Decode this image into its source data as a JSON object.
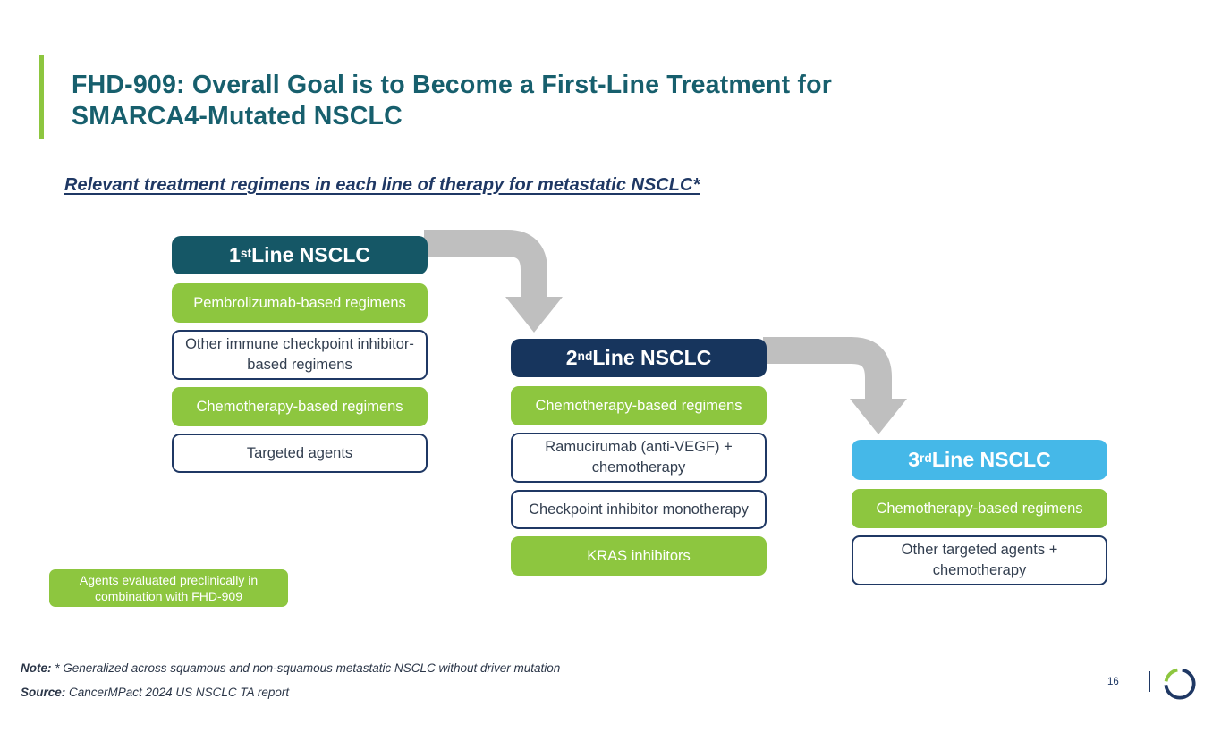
{
  "slide": {
    "title_line1": "FHD-909: Overall Goal is to Become a First-Line Treatment for",
    "title_line2": "SMARCA4-Mutated NSCLC",
    "subtitle": "Relevant treatment regimens in each line of therapy for metastatic NSCLC*",
    "page_number": "16"
  },
  "flow": {
    "columns": [
      {
        "header": {
          "num": "1",
          "ordinal": "st",
          "text": " Line NSCLC"
        },
        "items": [
          {
            "label": "Pembrolizumab-based regimens",
            "style": "green"
          },
          {
            "label": "Other immune checkpoint inhibitor-based regimens",
            "style": "outline"
          },
          {
            "label": "Chemotherapy-based regimens",
            "style": "green"
          },
          {
            "label": "Targeted agents",
            "style": "outline"
          }
        ]
      },
      {
        "header": {
          "num": "2",
          "ordinal": "nd",
          "text": " Line NSCLC"
        },
        "items": [
          {
            "label": "Chemotherapy-based regimens",
            "style": "green"
          },
          {
            "label": "Ramucirumab (anti-VEGF) + chemotherapy",
            "style": "outline"
          },
          {
            "label": "Checkpoint inhibitor monotherapy",
            "style": "outline"
          },
          {
            "label": "KRAS inhibitors",
            "style": "green"
          }
        ]
      },
      {
        "header": {
          "num": "3",
          "ordinal": "rd",
          "text": " Line NSCLC"
        },
        "items": [
          {
            "label": "Chemotherapy-based regimens",
            "style": "green"
          },
          {
            "label": "Other targeted agents + chemotherapy",
            "style": "outline"
          }
        ]
      }
    ],
    "legend": "Agents evaluated preclinically in combination with FHD-909"
  },
  "footer": {
    "note_label": "Note:",
    "note_text": " * Generalized across squamous and non-squamous metastatic NSCLC without driver mutation",
    "source_label": "Source:",
    "source_text": " CancerMPact 2024 US NSCLC TA report"
  },
  "colors": {
    "title_teal": "#175F6D",
    "navy": "#1F3864",
    "green": "#8DC63F",
    "line1_header_teal": "#155766",
    "line2_header_navy": "#17355D",
    "line3_header_blue": "#45B8E8",
    "arrow_gray": "#BFBFBF",
    "logo_navy": "#1F3864",
    "logo_green": "#8DC63F"
  }
}
